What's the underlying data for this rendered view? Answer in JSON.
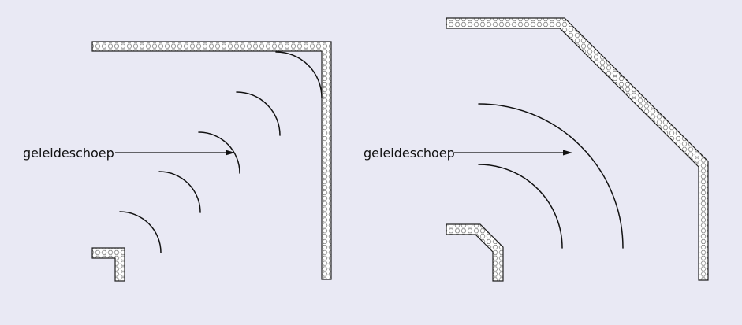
{
  "diagrams": [
    {
      "id": "left-elbow",
      "label": "geleideschoep"
    },
    {
      "id": "right-elbow",
      "label": "geleideschoep"
    }
  ],
  "colors": {
    "background": "#e9e9f4",
    "wall_fill": "#ffffff",
    "stroke": "#111111",
    "hatch": "#555555"
  }
}
